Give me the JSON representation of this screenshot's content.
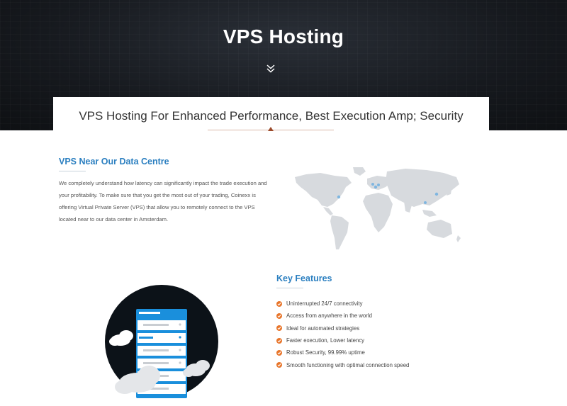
{
  "hero": {
    "title": "VPS Hosting",
    "scroll_icon": "double-chevron-down-icon"
  },
  "headline": {
    "title": "VPS Hosting For Enhanced Performance, Best Execution Amp; Security"
  },
  "near_data_centre": {
    "title": "VPS Near Our Data Centre",
    "body": "We completely understand how latency can significantly impact the trade execution and your profitability. To make sure that you get the most out of your trading, Coinexx is offering Virtual Private Server (VPS) that allow you to remotely connect to the VPS located near to our data center in Amsterdam."
  },
  "key_features": {
    "title": "Key Features",
    "items": [
      {
        "label": "Uninterrupted 24/7 connectivity"
      },
      {
        "label": "Access from anywhere in the world"
      },
      {
        "label": "Ideal for automated strategies"
      },
      {
        "label": "Faster execution, Lower latency"
      },
      {
        "label": "Robust Security, 99.99% uptime"
      },
      {
        "label": "Smooth functioning with optimal connection speed"
      }
    ]
  },
  "colors": {
    "accent_blue": "#2b7fc0",
    "check_orange": "#e8762c",
    "hero_dark": "#14171c",
    "map_gray": "#d7dade",
    "server_blue": "#1a8fdc"
  }
}
